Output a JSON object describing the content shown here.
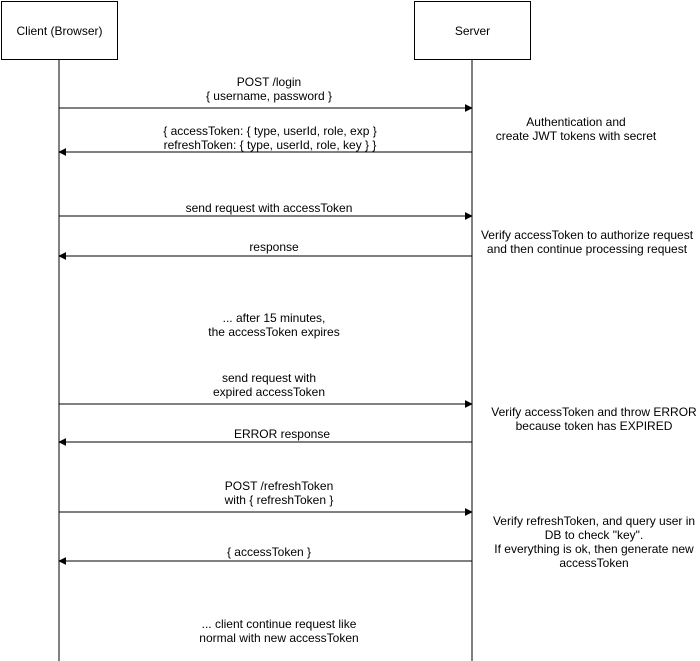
{
  "participants": {
    "client": "Client (Browser)",
    "server": "Server"
  },
  "messages": [
    {
      "text": "POST /login\n{ username, password }",
      "direction": "right"
    },
    {
      "text": "{ accessToken: { type, userId, role, exp }\n  refreshToken: { type, userId, role, key } }",
      "direction": "left"
    },
    {
      "text": "send request with accessToken",
      "direction": "right"
    },
    {
      "text": "response",
      "direction": "left"
    },
    {
      "text": "send request with\nexpired accessToken",
      "direction": "right"
    },
    {
      "text": "ERROR response",
      "direction": "left"
    },
    {
      "text": "POST /refreshToken\nwith { refreshToken }",
      "direction": "right"
    },
    {
      "text": "{ accessToken }",
      "direction": "left"
    }
  ],
  "server_notes": [
    "Authentication and\ncreate JWT tokens with secret",
    "Verify accessToken to authorize request\nand then continue processing request",
    "Verify accessToken and throw ERROR\nbecause token has EXPIRED",
    "Verify refreshToken, and query user in\nDB to check \"key\".\nIf everything is ok, then generate new\naccessToken"
  ],
  "notes": [
    "... after 15 minutes,\nthe accessToken expires",
    "... client continue request like\nnormal with new accessToken"
  ],
  "colors": {
    "line": "#000000",
    "background": "#ffffff"
  }
}
